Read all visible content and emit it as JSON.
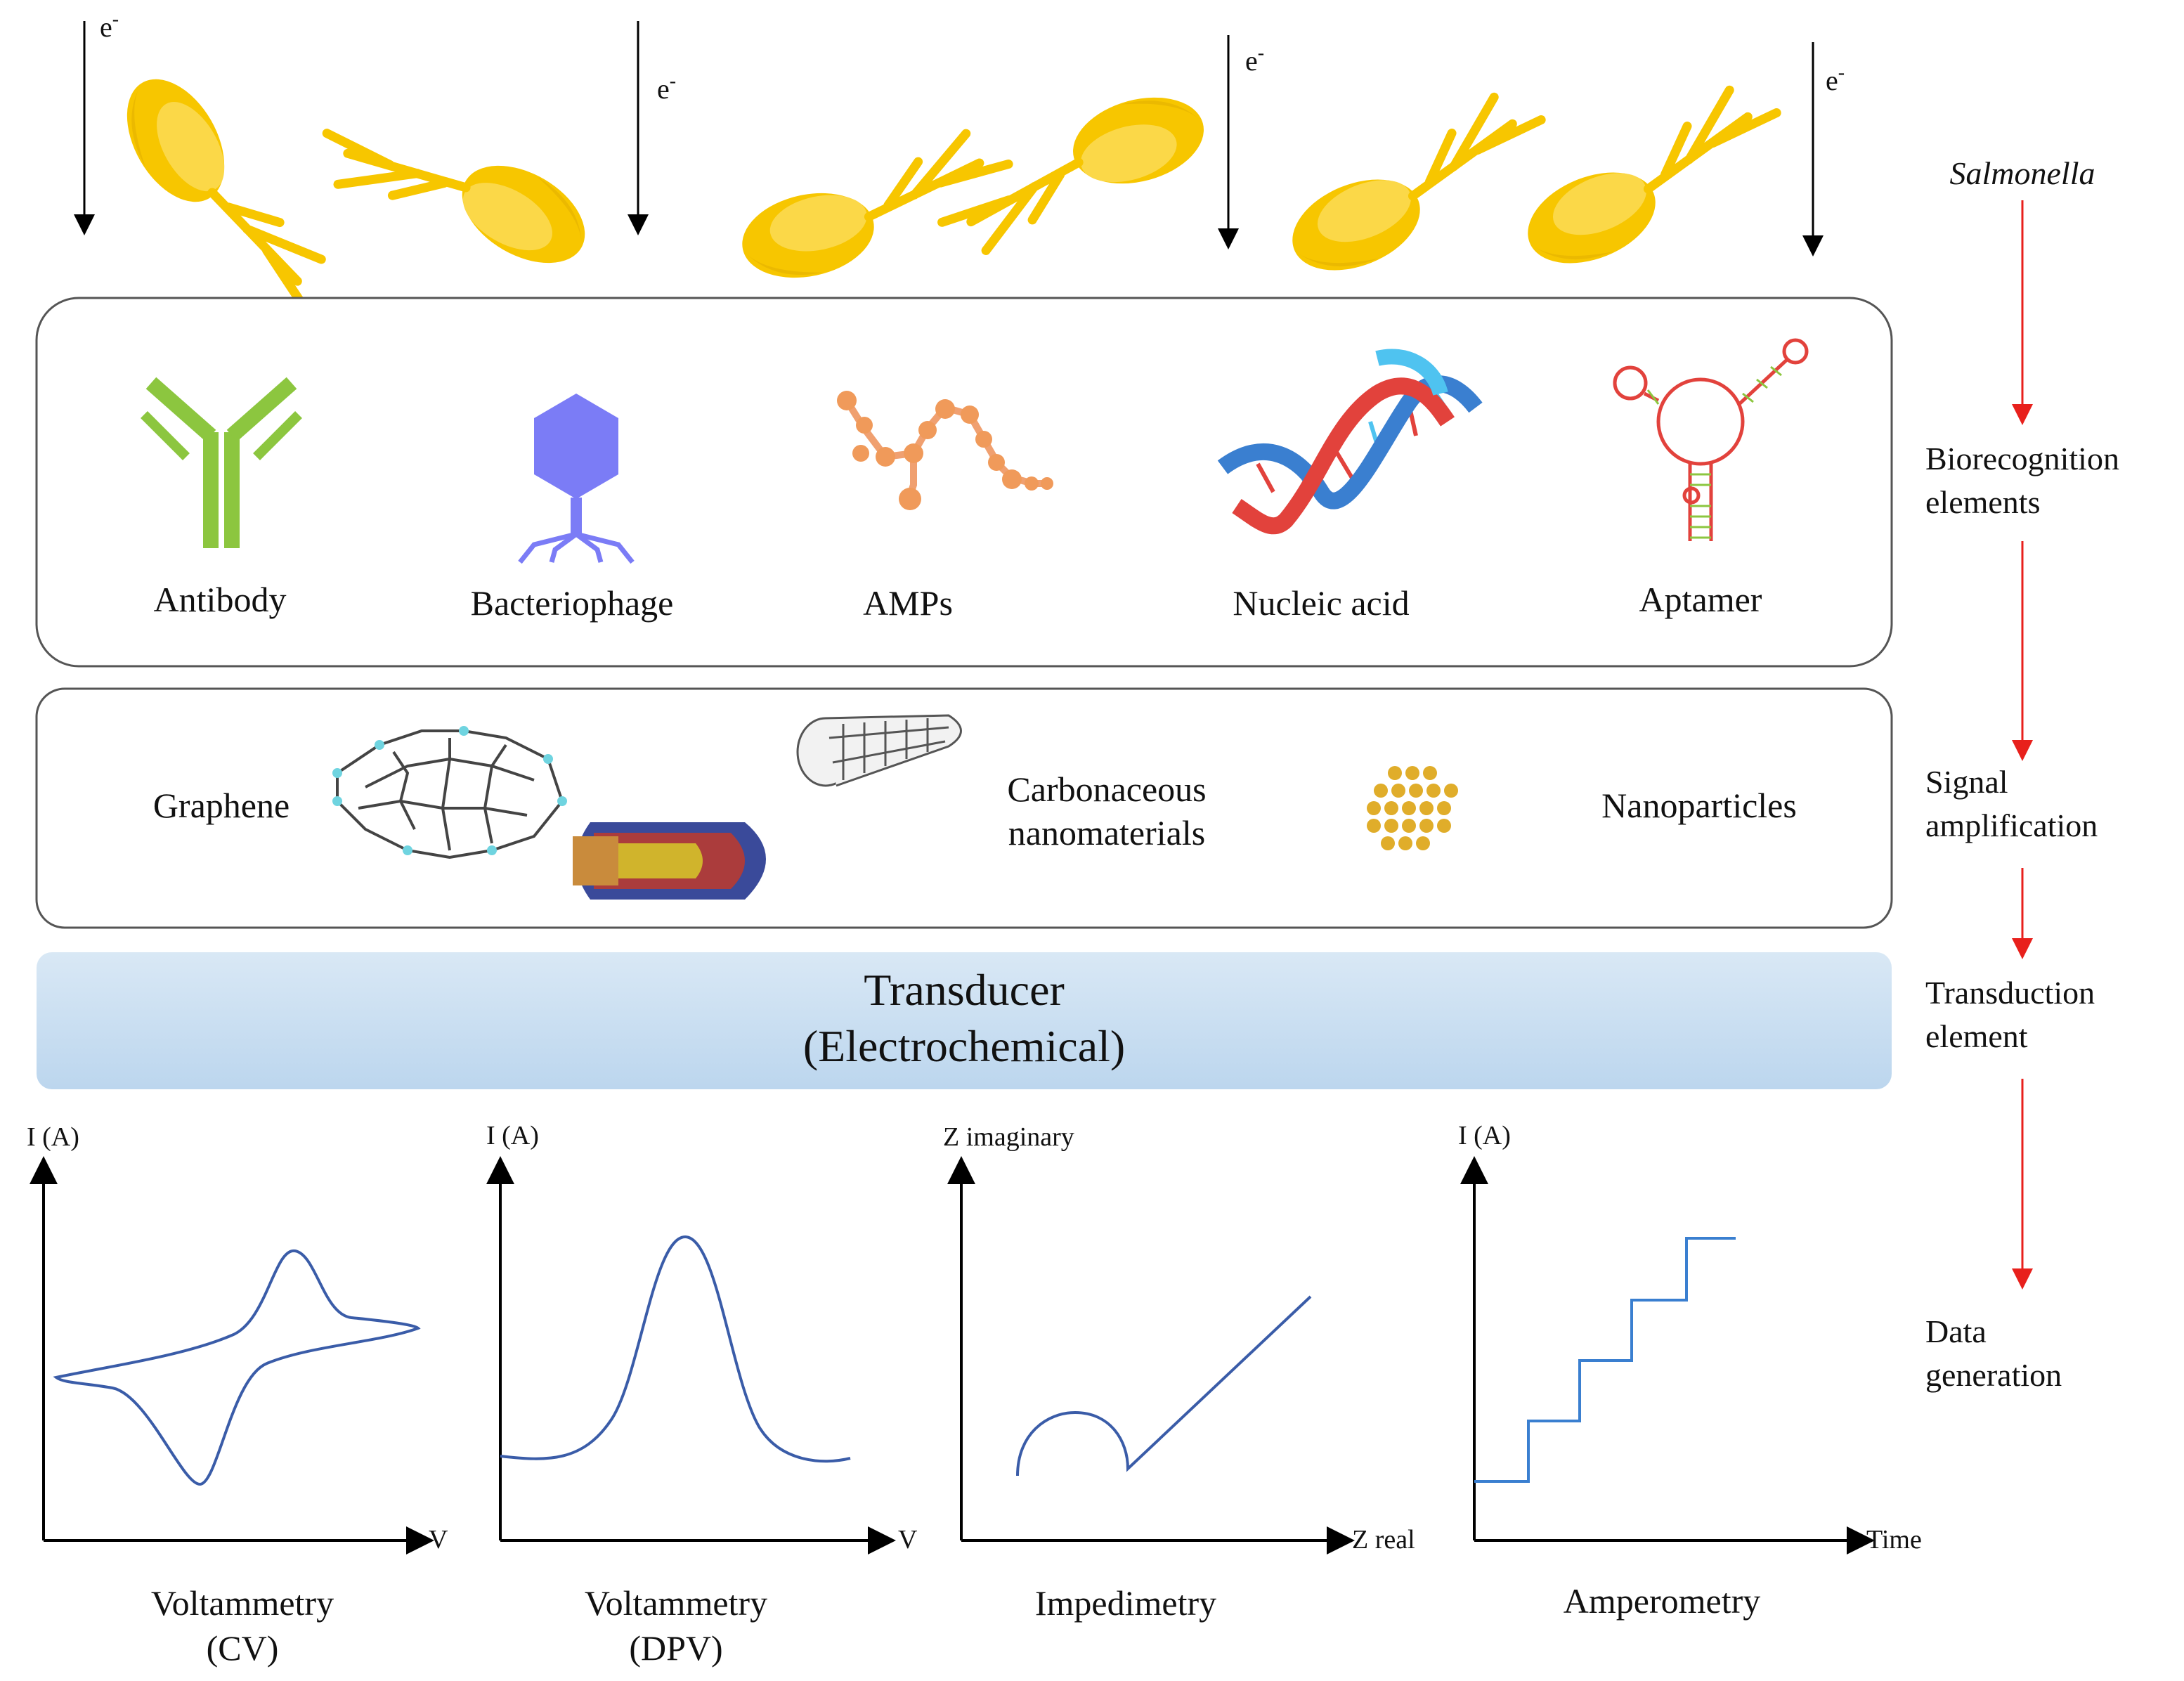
{
  "electron_label": "e",
  "electron_sup": "-",
  "organism": "Salmonella",
  "stages": [
    {
      "line1": "Biorecognition",
      "line2": "elements"
    },
    {
      "line1": "Signal",
      "line2": "amplification"
    },
    {
      "line1": "Transduction",
      "line2": "element"
    },
    {
      "line1": "Data",
      "line2": "generation"
    }
  ],
  "biorecognition": {
    "items": [
      "Antibody",
      "Bacteriophage",
      "AMPs",
      "Nucleic acid",
      "Aptamer"
    ]
  },
  "amplification": {
    "graphene": "Graphene",
    "carbon_line1": "Carbonaceous",
    "carbon_line2": "nanomaterials",
    "nanoparticles": "Nanoparticles"
  },
  "transducer": {
    "line1": "Transducer",
    "line2": "(Electrochemical)"
  },
  "plots": [
    {
      "ylabel": "I (A)",
      "xlabel": "V",
      "title1": "Voltammetry",
      "title2": "(CV)"
    },
    {
      "ylabel": "I (A)",
      "xlabel": "V",
      "title1": "Voltammetry",
      "title2": "(DPV)"
    },
    {
      "ylabel": "Z imaginary",
      "xlabel": "Z real",
      "title1": "Impedimetry",
      "title2": ""
    },
    {
      "ylabel": "I (A)",
      "xlabel": "Time",
      "title1": "Amperometry",
      "title2": ""
    }
  ],
  "colors": {
    "bacteria": "#f7c600",
    "flow_arrow": "#e8201c",
    "antibody": "#8cc63f",
    "phage": "#7b7cf6",
    "amp": "#f09a5a",
    "dna_red": "#e2423c",
    "dna_blue": "#4fc3f0",
    "aptamer": "#e2423c",
    "plot_line": "#3a5ca8",
    "transducer": "#cfe2f3"
  }
}
